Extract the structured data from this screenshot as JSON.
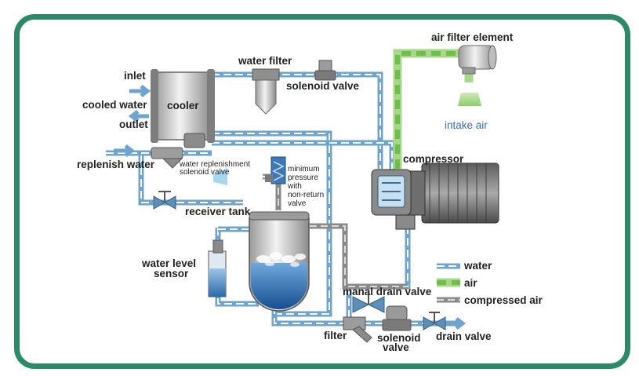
{
  "labels": {
    "inlet": "inlet",
    "cooled_water": "cooled water",
    "outlet": "outlet",
    "cooler": "cooler",
    "water_filter": "water filter",
    "solenoid_valve_top": "solenoid valve",
    "air_filter_element": "air filter element",
    "intake_air": "intake air",
    "compressor": "compressor",
    "replenish_water": "replenish water",
    "water_replenishment_line1": "water replenishment",
    "water_replenishment_line2": "solenoid valve",
    "mpv_line1": "minimum",
    "mpv_line2": "pressure",
    "mpv_line3": "with",
    "mpv_line4": "non-return",
    "mpv_line5": "valve",
    "receiver_tank": "receiver tank",
    "water_level_line1": "water level",
    "water_level_line2": "sensor",
    "manual_drain_valve": "manal drain valve",
    "filter": "filter",
    "solenoid_bottom_line1": "solenoid",
    "solenoid_bottom_line2": "valve",
    "drain_valve": "drain valve"
  },
  "legend": {
    "water": "water",
    "air": "air",
    "compressed_air": "compressed air"
  },
  "colors": {
    "frame": "#2d8a66",
    "water": "#6fa4cf",
    "air": "#6cbf4a",
    "compressed_air": "#8a8a8a",
    "tank_water": "#1f5fa3"
  }
}
